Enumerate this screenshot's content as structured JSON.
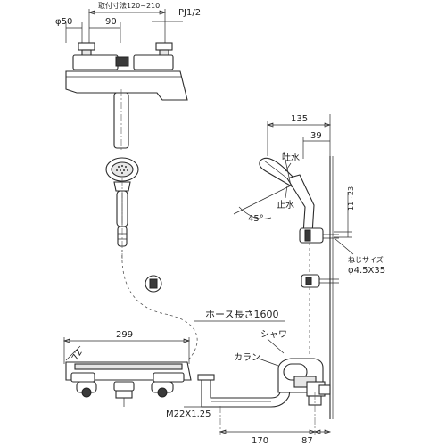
{
  "top_view": {
    "dim_mount_range": "取付寸法120~210",
    "dim_phi50": "φ50",
    "dim_90": "90",
    "dim_pj": "PJ1/2"
  },
  "side_view": {
    "dim_135": "135",
    "dim_39": "39",
    "label_spout_water": "吐水",
    "label_stop_water": "止水",
    "dim_angle": "45°",
    "dim_11_23": "11~23",
    "label_screw_size": "ねじサイズ",
    "dim_screw": "φ4.5X35"
  },
  "front_view": {
    "label_hose_length": "ホース長さ1600",
    "label_shower": "シャワ",
    "label_faucet": "カラン",
    "dim_299": "299",
    "dim_72": "72",
    "dim_m22": "M22X1.25",
    "dim_170": "170",
    "dim_87": "87"
  }
}
